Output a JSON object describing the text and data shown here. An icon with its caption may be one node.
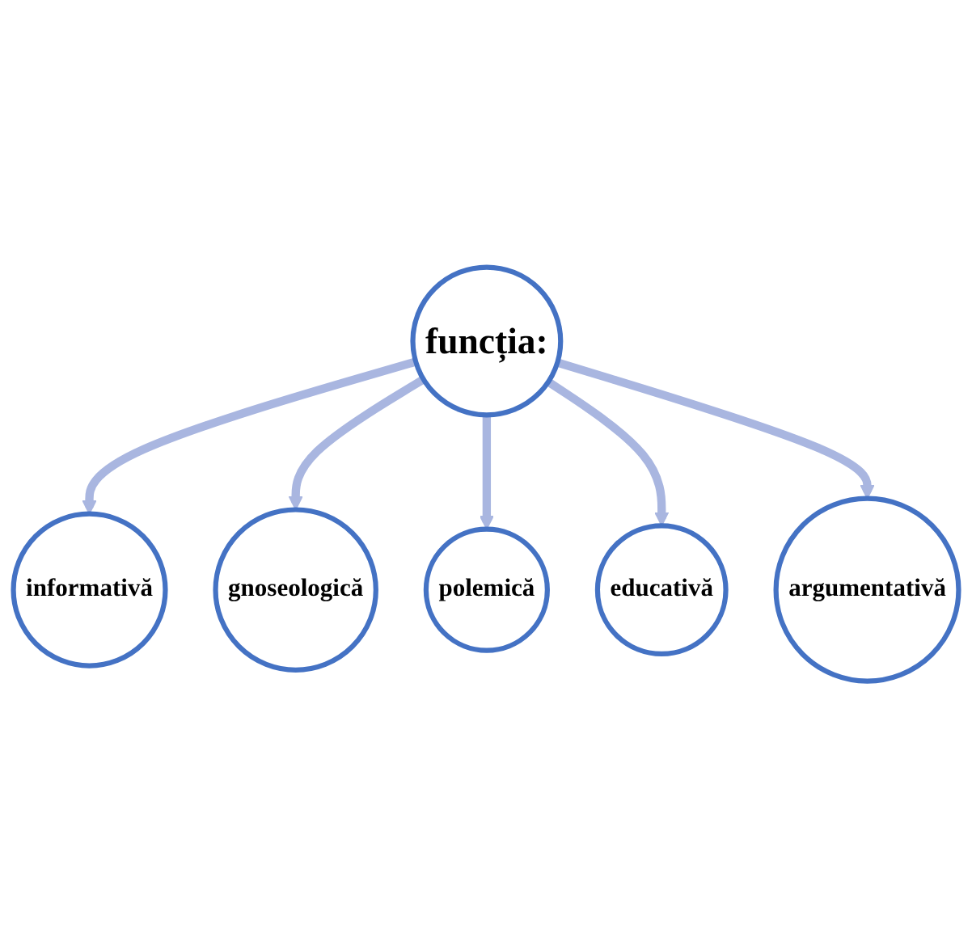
{
  "diagram": {
    "nodes": [
      {
        "text": [
          "funcția:"
        ]
      },
      {
        "text": [
          "informativă"
        ]
      },
      {
        "text": [
          "gnoseologică"
        ]
      },
      {
        "text": [
          "polemică"
        ]
      },
      {
        "text": [
          "educativă"
        ]
      },
      {
        "text": [
          "argumentativă"
        ]
      }
    ],
    "edges": [
      {
        "from": 0,
        "to": 1,
        "arrow": "to"
      },
      {
        "from": 0,
        "to": 2,
        "arrow": "to"
      },
      {
        "from": 0,
        "to": 3,
        "arrow": "to"
      },
      {
        "from": 0,
        "to": 4,
        "arrow": "to"
      },
      {
        "from": 0,
        "to": 5,
        "arrow": "to"
      }
    ]
  }
}
